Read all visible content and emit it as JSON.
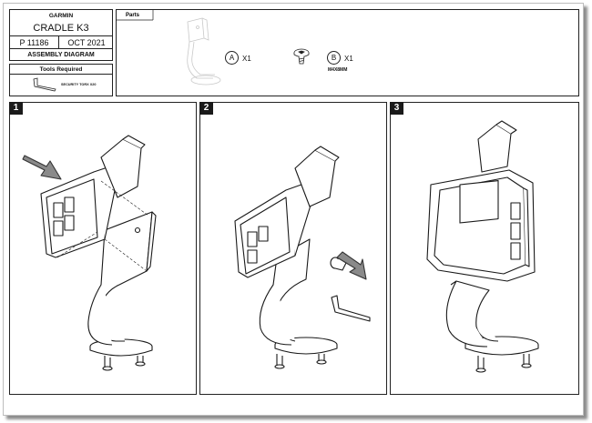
{
  "title_block": {
    "brand": "GARMIN",
    "product": "CRADLE K3",
    "part_number": "P 11186",
    "date": "OCT 2021",
    "document_type": "ASSEMBLY DIAGRAM"
  },
  "tools": {
    "heading": "Tools Required",
    "items": [
      {
        "label": "SECURITY TORX X20",
        "icon": "hex-key-icon"
      }
    ]
  },
  "parts": {
    "heading": "Parts",
    "items": [
      {
        "letter": "A",
        "quantity": "X1",
        "spec": "",
        "icon": "cradle-stand-icon"
      },
      {
        "letter": "B",
        "quantity": "X1",
        "spec": "M4X8MM",
        "icon": "screw-icon"
      }
    ]
  },
  "steps": [
    {
      "number": "1"
    },
    {
      "number": "2"
    },
    {
      "number": "3"
    }
  ]
}
